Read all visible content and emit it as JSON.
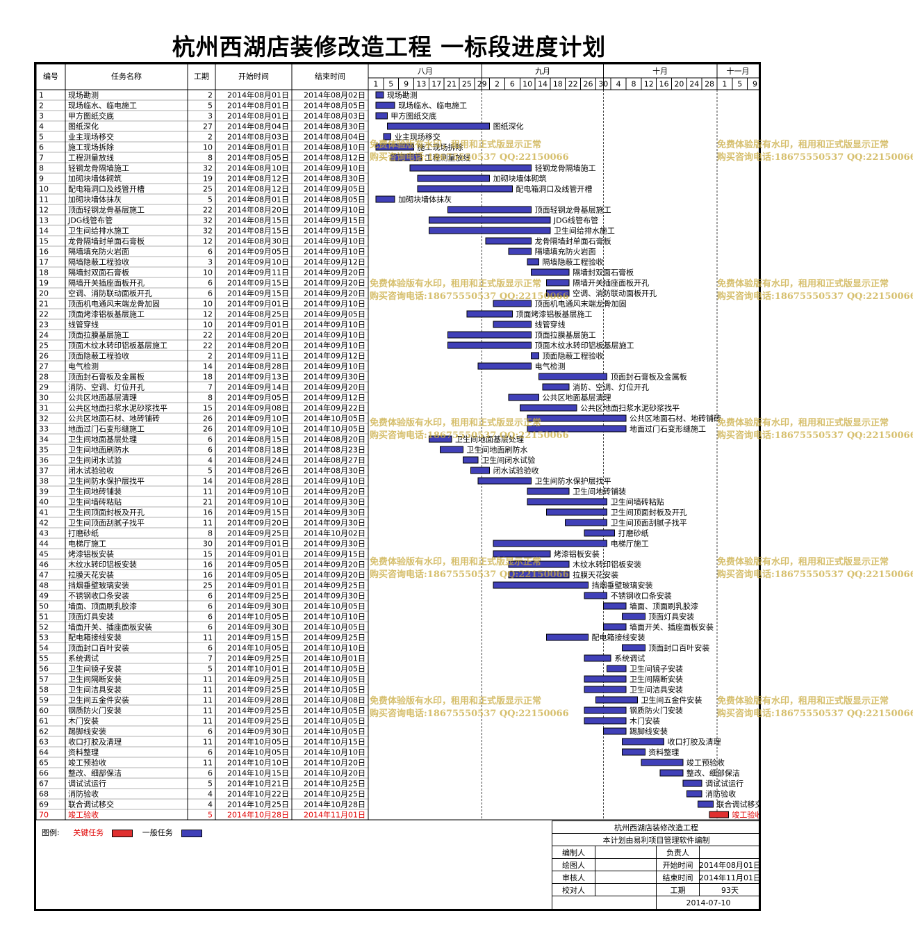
{
  "title": "杭州西湖店装修改造工程  一标段进度计划",
  "colors": {
    "normal_bar": "#4040b8",
    "critical_bar": "#e03030",
    "critical_text": "#e00000",
    "grid": "#b0b0b0",
    "watermark": "#c8aa3c"
  },
  "chart_data": {
    "type": "gantt",
    "columns": [
      "编号",
      "任务名称",
      "工期",
      "开始时间",
      "结束时间"
    ],
    "timeline": {
      "start": "2014-07-30",
      "end": "2014-11-10",
      "months": [
        {
          "label": "八月",
          "start": "2014-07-30"
        },
        {
          "label": "九月",
          "start": "2014-08-29"
        },
        {
          "label": "十月",
          "start": "2014-09-30"
        },
        {
          "label": "十一月",
          "start": "2014-10-30"
        }
      ],
      "tick_labels": [
        "1",
        "5",
        "9",
        "13",
        "17",
        "21",
        "25",
        "29",
        "2",
        "6",
        "10",
        "14",
        "18",
        "22",
        "26",
        "30",
        "4",
        "8",
        "12",
        "16",
        "20",
        "24",
        "28",
        "1",
        "5",
        "9"
      ]
    },
    "tasks": [
      {
        "id": "1",
        "name": "现场勘测",
        "duration": "2",
        "start": "2014年08月01日",
        "end": "2014年08月02日",
        "critical": false
      },
      {
        "id": "2",
        "name": "现场临水、临电施工",
        "duration": "5",
        "start": "2014年08月01日",
        "end": "2014年08月05日",
        "critical": false
      },
      {
        "id": "3",
        "name": "甲方图纸交底",
        "duration": "3",
        "start": "2014年08月01日",
        "end": "2014年08月03日",
        "critical": false
      },
      {
        "id": "4",
        "name": "图纸深化",
        "duration": "27",
        "start": "2014年08月04日",
        "end": "2014年08月30日",
        "critical": false
      },
      {
        "id": "5",
        "name": "业主现场移交",
        "duration": "2",
        "start": "2014年08月03日",
        "end": "2014年08月04日",
        "critical": false
      },
      {
        "id": "6",
        "name": "施工现场拆除",
        "duration": "10",
        "start": "2014年08月01日",
        "end": "2014年08月10日",
        "critical": false
      },
      {
        "id": "7",
        "name": "工程测量放线",
        "duration": "8",
        "start": "2014年08月05日",
        "end": "2014年08月12日",
        "critical": false
      },
      {
        "id": "8",
        "name": "轻钢龙骨隔墙施工",
        "duration": "32",
        "start": "2014年08月10日",
        "end": "2014年09月10日",
        "critical": false
      },
      {
        "id": "9",
        "name": "加砌块墙体砌筑",
        "duration": "19",
        "start": "2014年08月12日",
        "end": "2014年08月30日",
        "critical": false
      },
      {
        "id": "10",
        "name": "配电箱洞口及线管开槽",
        "duration": "25",
        "start": "2014年08月12日",
        "end": "2014年09月05日",
        "critical": false
      },
      {
        "id": "11",
        "name": "加砌块墙体抹灰",
        "duration": "5",
        "start": "2014年08月01日",
        "end": "2014年08月05日",
        "critical": false
      },
      {
        "id": "12",
        "name": "顶面轻钢龙骨基层施工",
        "duration": "22",
        "start": "2014年08月20日",
        "end": "2014年09月10日",
        "critical": false
      },
      {
        "id": "13",
        "name": "JDG线管布管",
        "duration": "32",
        "start": "2014年08月15日",
        "end": "2014年09月15日",
        "critical": false
      },
      {
        "id": "14",
        "name": "卫生间给排水施工",
        "duration": "32",
        "start": "2014年08月15日",
        "end": "2014年09月15日",
        "critical": false
      },
      {
        "id": "15",
        "name": "龙骨隔墙封单面石膏板",
        "duration": "12",
        "start": "2014年08月30日",
        "end": "2014年09月10日",
        "critical": false
      },
      {
        "id": "16",
        "name": "隔墙填充防火岩面",
        "duration": "6",
        "start": "2014年09月05日",
        "end": "2014年09月10日",
        "critical": false
      },
      {
        "id": "17",
        "name": "隔墙隐蔽工程验收",
        "duration": "3",
        "start": "2014年09月10日",
        "end": "2014年09月12日",
        "critical": false
      },
      {
        "id": "18",
        "name": "隔墙封双面石膏板",
        "duration": "10",
        "start": "2014年09月11日",
        "end": "2014年09月20日",
        "critical": false
      },
      {
        "id": "19",
        "name": "隔墙开关插座面板开孔",
        "duration": "6",
        "start": "2014年09月15日",
        "end": "2014年09月20日",
        "critical": false
      },
      {
        "id": "20",
        "name": "空调、消防联动面板开孔",
        "duration": "6",
        "start": "2014年09月15日",
        "end": "2014年09月20日",
        "critical": false
      },
      {
        "id": "21",
        "name": "顶面机电通风末端龙骨加固",
        "duration": "10",
        "start": "2014年09月01日",
        "end": "2014年09月10日",
        "critical": false
      },
      {
        "id": "22",
        "name": "顶面烤漆铝板基层施工",
        "duration": "12",
        "start": "2014年08月25日",
        "end": "2014年09月05日",
        "critical": false
      },
      {
        "id": "23",
        "name": "线管穿线",
        "duration": "10",
        "start": "2014年09月01日",
        "end": "2014年09月10日",
        "critical": false
      },
      {
        "id": "24",
        "name": "顶面拉膜基层施工",
        "duration": "22",
        "start": "2014年08月20日",
        "end": "2014年09月10日",
        "critical": false
      },
      {
        "id": "25",
        "name": "顶面木纹水转印铝板基层施工",
        "duration": "22",
        "start": "2014年08月20日",
        "end": "2014年09月10日",
        "critical": false
      },
      {
        "id": "26",
        "name": "顶面隐蔽工程验收",
        "duration": "2",
        "start": "2014年09月11日",
        "end": "2014年09月12日",
        "critical": false
      },
      {
        "id": "27",
        "name": "电气检测",
        "duration": "14",
        "start": "2014年08月28日",
        "end": "2014年09月10日",
        "critical": false
      },
      {
        "id": "28",
        "name": "顶面封石膏板及金属板",
        "duration": "18",
        "start": "2014年09月13日",
        "end": "2014年09月30日",
        "critical": false
      },
      {
        "id": "29",
        "name": "消防、空调、灯位开孔",
        "duration": "7",
        "start": "2014年09月14日",
        "end": "2014年09月20日",
        "critical": false
      },
      {
        "id": "30",
        "name": "公共区地面基层清理",
        "duration": "8",
        "start": "2014年09月05日",
        "end": "2014年09月12日",
        "critical": false
      },
      {
        "id": "31",
        "name": "公共区地面扫浆水泥砂浆找平",
        "duration": "15",
        "start": "2014年09月08日",
        "end": "2014年09月22日",
        "critical": false
      },
      {
        "id": "32",
        "name": "公共区地面石材、地砖铺砖",
        "duration": "26",
        "start": "2014年09月10日",
        "end": "2014年10月05日",
        "critical": false
      },
      {
        "id": "33",
        "name": "地面过门石变形缝施工",
        "duration": "26",
        "start": "2014年09月10日",
        "end": "2014年10月05日",
        "critical": false
      },
      {
        "id": "34",
        "name": "卫生间地面基层处理",
        "duration": "6",
        "start": "2014年08月15日",
        "end": "2014年08月20日",
        "critical": false
      },
      {
        "id": "35",
        "name": "卫生间地面刷防水",
        "duration": "6",
        "start": "2014年08月18日",
        "end": "2014年08月23日",
        "critical": false
      },
      {
        "id": "36",
        "name": "卫生间闭水试验",
        "duration": "4",
        "start": "2014年08月24日",
        "end": "2014年08月27日",
        "critical": false
      },
      {
        "id": "37",
        "name": "闭水试验验收",
        "duration": "5",
        "start": "2014年08月26日",
        "end": "2014年08月30日",
        "critical": false
      },
      {
        "id": "38",
        "name": "卫生间防水保护层找平",
        "duration": "14",
        "start": "2014年08月28日",
        "end": "2014年09月10日",
        "critical": false
      },
      {
        "id": "39",
        "name": "卫生间地砖铺装",
        "duration": "11",
        "start": "2014年09月10日",
        "end": "2014年09月20日",
        "critical": false
      },
      {
        "id": "40",
        "name": "卫生间墙砖粘贴",
        "duration": "21",
        "start": "2014年09月10日",
        "end": "2014年09月30日",
        "critical": false
      },
      {
        "id": "41",
        "name": "卫生间顶面封板及开孔",
        "duration": "16",
        "start": "2014年09月15日",
        "end": "2014年09月30日",
        "critical": false
      },
      {
        "id": "42",
        "name": "卫生间顶面刮腻子找平",
        "duration": "11",
        "start": "2014年09月20日",
        "end": "2014年09月30日",
        "critical": false
      },
      {
        "id": "43",
        "name": "打磨砂纸",
        "duration": "8",
        "start": "2014年09月25日",
        "end": "2014年10月02日",
        "critical": false
      },
      {
        "id": "44",
        "name": "电梯厅施工",
        "duration": "30",
        "start": "2014年09月01日",
        "end": "2014年09月30日",
        "critical": false
      },
      {
        "id": "45",
        "name": "烤漆铝板安装",
        "duration": "15",
        "start": "2014年09月01日",
        "end": "2014年09月15日",
        "critical": false
      },
      {
        "id": "46",
        "name": "木纹水转印铝板安装",
        "duration": "16",
        "start": "2014年09月05日",
        "end": "2014年09月20日",
        "critical": false
      },
      {
        "id": "47",
        "name": "拉膜天花安装",
        "duration": "16",
        "start": "2014年09月05日",
        "end": "2014年09月20日",
        "critical": false
      },
      {
        "id": "48",
        "name": "挡烟垂壁玻璃安装",
        "duration": "25",
        "start": "2014年09月01日",
        "end": "2014年09月25日",
        "critical": false
      },
      {
        "id": "49",
        "name": "不锈钢收口条安装",
        "duration": "6",
        "start": "2014年09月25日",
        "end": "2014年09月30日",
        "critical": false
      },
      {
        "id": "50",
        "name": "墙面、顶面刷乳胶漆",
        "duration": "6",
        "start": "2014年09月30日",
        "end": "2014年10月05日",
        "critical": false
      },
      {
        "id": "51",
        "name": "顶面灯具安装",
        "duration": "6",
        "start": "2014年10月05日",
        "end": "2014年10月10日",
        "critical": false
      },
      {
        "id": "52",
        "name": "墙面开关、插座面板安装",
        "duration": "6",
        "start": "2014年09月30日",
        "end": "2014年10月05日",
        "critical": false
      },
      {
        "id": "53",
        "name": "配电箱接线安装",
        "duration": "11",
        "start": "2014年09月15日",
        "end": "2014年09月25日",
        "critical": false
      },
      {
        "id": "54",
        "name": "顶面封口百叶安装",
        "duration": "6",
        "start": "2014年10月05日",
        "end": "2014年10月10日",
        "critical": false
      },
      {
        "id": "55",
        "name": "系统调试",
        "duration": "7",
        "start": "2014年09月25日",
        "end": "2014年10月01日",
        "critical": false
      },
      {
        "id": "56",
        "name": "卫生间镜子安装",
        "duration": "5",
        "start": "2014年10月01日",
        "end": "2014年10月05日",
        "critical": false
      },
      {
        "id": "57",
        "name": "卫生间隔断安装",
        "duration": "11",
        "start": "2014年09月25日",
        "end": "2014年10月05日",
        "critical": false
      },
      {
        "id": "58",
        "name": "卫生间洁具安装",
        "duration": "11",
        "start": "2014年09月25日",
        "end": "2014年10月05日",
        "critical": false
      },
      {
        "id": "59",
        "name": "卫生间五金件安装",
        "duration": "11",
        "start": "2014年09月28日",
        "end": "2014年10月08日",
        "critical": false
      },
      {
        "id": "60",
        "name": "钢质防火门安装",
        "duration": "11",
        "start": "2014年09月25日",
        "end": "2014年10月05日",
        "critical": false
      },
      {
        "id": "61",
        "name": "木门安装",
        "duration": "11",
        "start": "2014年09月25日",
        "end": "2014年10月05日",
        "critical": false
      },
      {
        "id": "62",
        "name": "踢脚线安装",
        "duration": "6",
        "start": "2014年09月30日",
        "end": "2014年10月05日",
        "critical": false
      },
      {
        "id": "63",
        "name": "收口打胶及清理",
        "duration": "11",
        "start": "2014年10月05日",
        "end": "2014年10月15日",
        "critical": false
      },
      {
        "id": "64",
        "name": "资料整理",
        "duration": "6",
        "start": "2014年10月05日",
        "end": "2014年10月10日",
        "critical": false
      },
      {
        "id": "65",
        "name": "竣工预验收",
        "duration": "11",
        "start": "2014年10月10日",
        "end": "2014年10月20日",
        "critical": false
      },
      {
        "id": "66",
        "name": "整改、细部保洁",
        "duration": "6",
        "start": "2014年10月15日",
        "end": "2014年10月20日",
        "critical": false
      },
      {
        "id": "67",
        "name": "调试试运行",
        "duration": "5",
        "start": "2014年10月21日",
        "end": "2014年10月25日",
        "critical": false
      },
      {
        "id": "68",
        "name": "消防验收",
        "duration": "4",
        "start": "2014年10月22日",
        "end": "2014年10月25日",
        "critical": false
      },
      {
        "id": "69",
        "name": "联合调试移交",
        "duration": "4",
        "start": "2014年10月25日",
        "end": "2014年10月28日",
        "critical": false
      },
      {
        "id": "70",
        "name": "竣工验收",
        "duration": "5",
        "start": "2014年10月28日",
        "end": "2014年11月01日",
        "critical": true
      }
    ]
  },
  "legend": {
    "label": "图例:",
    "critical": "关键任务",
    "normal": "一般任务"
  },
  "info": {
    "project": "杭州西湖店装修改造工程",
    "software_note": "本计划由易利项目管理软件编制",
    "rows": [
      {
        "k1": "编制人",
        "v1": "",
        "k2": "负责人",
        "v2": ""
      },
      {
        "k1": "绘图人",
        "v1": "",
        "k2": "开始时间",
        "v2": "2014年08月01日"
      },
      {
        "k1": "审核人",
        "v1": "",
        "k2": "结束时间",
        "v2": "2014年11月01日"
      },
      {
        "k1": "校对人",
        "v1": "",
        "k2": "工期",
        "v2": "93天"
      }
    ],
    "date": "2014-07-10"
  },
  "watermark": {
    "line1": "免费体验版有水印，租用和正式版显示正常",
    "line2": "购买咨询电话:18675550537 QQ:22150066"
  }
}
